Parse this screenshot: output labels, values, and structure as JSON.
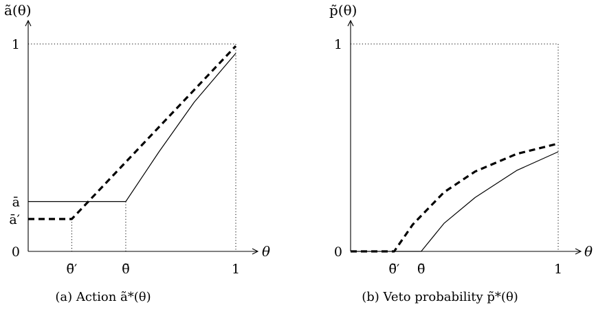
{
  "chart_data": [
    {
      "type": "line",
      "caption": "(a) Action ã*(θ)",
      "xlabel": "θ",
      "ylabel": "ã(θ)",
      "xlim": [
        0,
        1
      ],
      "ylim": [
        0,
        1
      ],
      "x_ticks": [
        {
          "value": 0.21,
          "label": "θ̄′"
        },
        {
          "value": 0.47,
          "label": "θ̄"
        },
        {
          "value": 1.0,
          "label": "1"
        }
      ],
      "y_ticks": [
        {
          "value": 0,
          "label": "0"
        },
        {
          "value": 0.156,
          "label": "ā′"
        },
        {
          "value": 0.24,
          "label": "ā"
        },
        {
          "value": 1.0,
          "label": "1"
        }
      ],
      "grid": "dotted reference lines at the tick positions",
      "series": [
        {
          "style": "solid",
          "x": [
            0,
            0.47,
            0.63,
            0.8,
            1.0
          ],
          "y": [
            0.24,
            0.24,
            0.48,
            0.72,
            0.955
          ]
        },
        {
          "style": "dashed",
          "x": [
            0,
            0.21,
            1.0
          ],
          "y": [
            0.156,
            0.156,
            0.99
          ]
        }
      ]
    },
    {
      "type": "line",
      "caption": "(b) Veto probability p̃*(θ)",
      "xlabel": "θ",
      "ylabel": "p̃(θ)",
      "xlim": [
        0,
        1
      ],
      "ylim": [
        0,
        1
      ],
      "x_ticks": [
        {
          "value": 0.21,
          "label": "θ̄′"
        },
        {
          "value": 0.34,
          "label": "θ̄"
        },
        {
          "value": 1.0,
          "label": "1"
        }
      ],
      "y_ticks": [
        {
          "value": 0,
          "label": "0"
        },
        {
          "value": 1.0,
          "label": "1"
        }
      ],
      "grid": "dotted reference lines at the tick positions",
      "series": [
        {
          "style": "solid",
          "x": [
            0,
            0.34,
            0.45,
            0.6,
            0.8,
            1.0
          ],
          "y": [
            0,
            0,
            0.135,
            0.26,
            0.39,
            0.48
          ]
        },
        {
          "style": "dashed",
          "x": [
            0,
            0.21,
            0.3,
            0.45,
            0.6,
            0.8,
            1.0
          ],
          "y": [
            0,
            0,
            0.13,
            0.285,
            0.385,
            0.47,
            0.52
          ]
        }
      ]
    }
  ]
}
